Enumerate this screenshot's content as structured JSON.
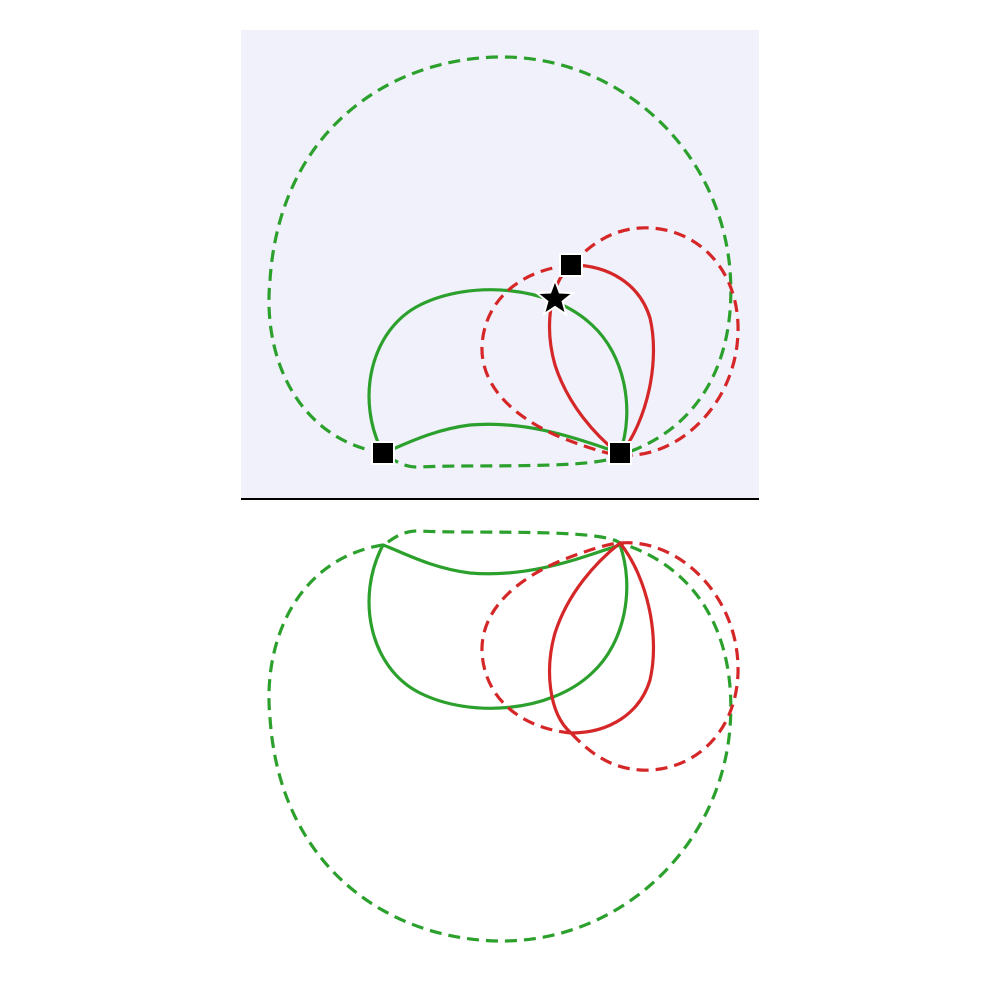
{
  "figure": {
    "colors": {
      "panel_background": "#f0f1fb",
      "green": "#2ca02c",
      "red": "#d62728",
      "mirror_line": "#000000",
      "vertex": "#000000",
      "star": "#000000"
    },
    "upper_panel": {
      "vertex_count": 3,
      "star_count": 1,
      "curves": [
        {
          "id": "green-solid-loop",
          "color": "green",
          "style": "solid"
        },
        {
          "id": "green-dashed-loop",
          "color": "green",
          "style": "dashed"
        },
        {
          "id": "red-solid-loop",
          "color": "red",
          "style": "solid"
        },
        {
          "id": "red-dashed-loop",
          "color": "red",
          "style": "dashed"
        }
      ]
    },
    "lower_panel": {
      "reflection_of": "upper_panel",
      "curves": [
        {
          "id": "green-solid-loop-mirror",
          "color": "green",
          "style": "solid"
        },
        {
          "id": "green-dashed-loop-mirror",
          "color": "green",
          "style": "dashed"
        },
        {
          "id": "red-solid-loop-mirror",
          "color": "red",
          "style": "solid"
        },
        {
          "id": "red-dashed-loop-mirror",
          "color": "red",
          "style": "dashed"
        }
      ]
    }
  }
}
